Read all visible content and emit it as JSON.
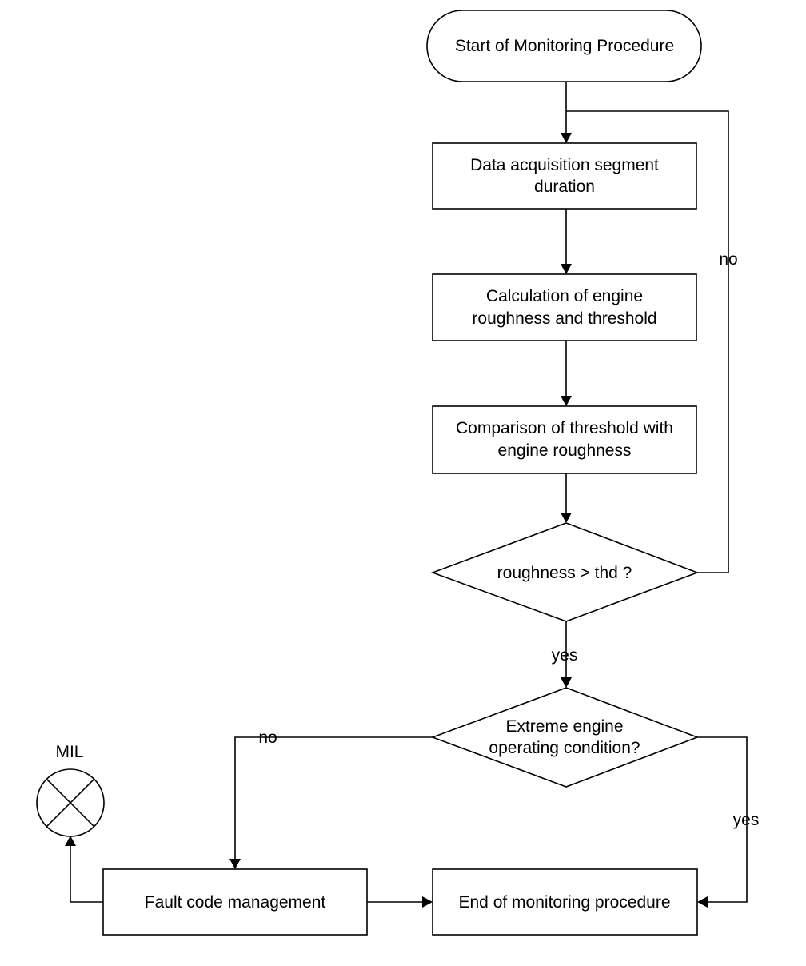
{
  "diagram": {
    "nodes": {
      "start": {
        "lines": [
          "Start of Monitoring Procedure"
        ]
      },
      "acquisition": {
        "lines": [
          "Data acquisition segment",
          "duration"
        ]
      },
      "calculation": {
        "lines": [
          "Calculation of engine",
          "roughness and threshold"
        ]
      },
      "comparison": {
        "lines": [
          "Comparison of threshold with",
          "engine roughness"
        ]
      },
      "decision_roughness": {
        "lines": [
          "roughness >  thd ?"
        ]
      },
      "decision_extreme": {
        "lines": [
          "Extreme engine",
          "operating condition?"
        ]
      },
      "fault": {
        "lines": [
          "Fault code management"
        ]
      },
      "end": {
        "lines": [
          "End of monitoring procedure"
        ]
      },
      "mil": {
        "label": "MIL"
      }
    },
    "edges": {
      "roughness_no": "no",
      "roughness_yes": "yes",
      "extreme_no": "no",
      "extreme_yes": "yes"
    },
    "colors": {
      "stroke": "#000000",
      "fill": "#ffffff",
      "text": "#000000"
    }
  }
}
